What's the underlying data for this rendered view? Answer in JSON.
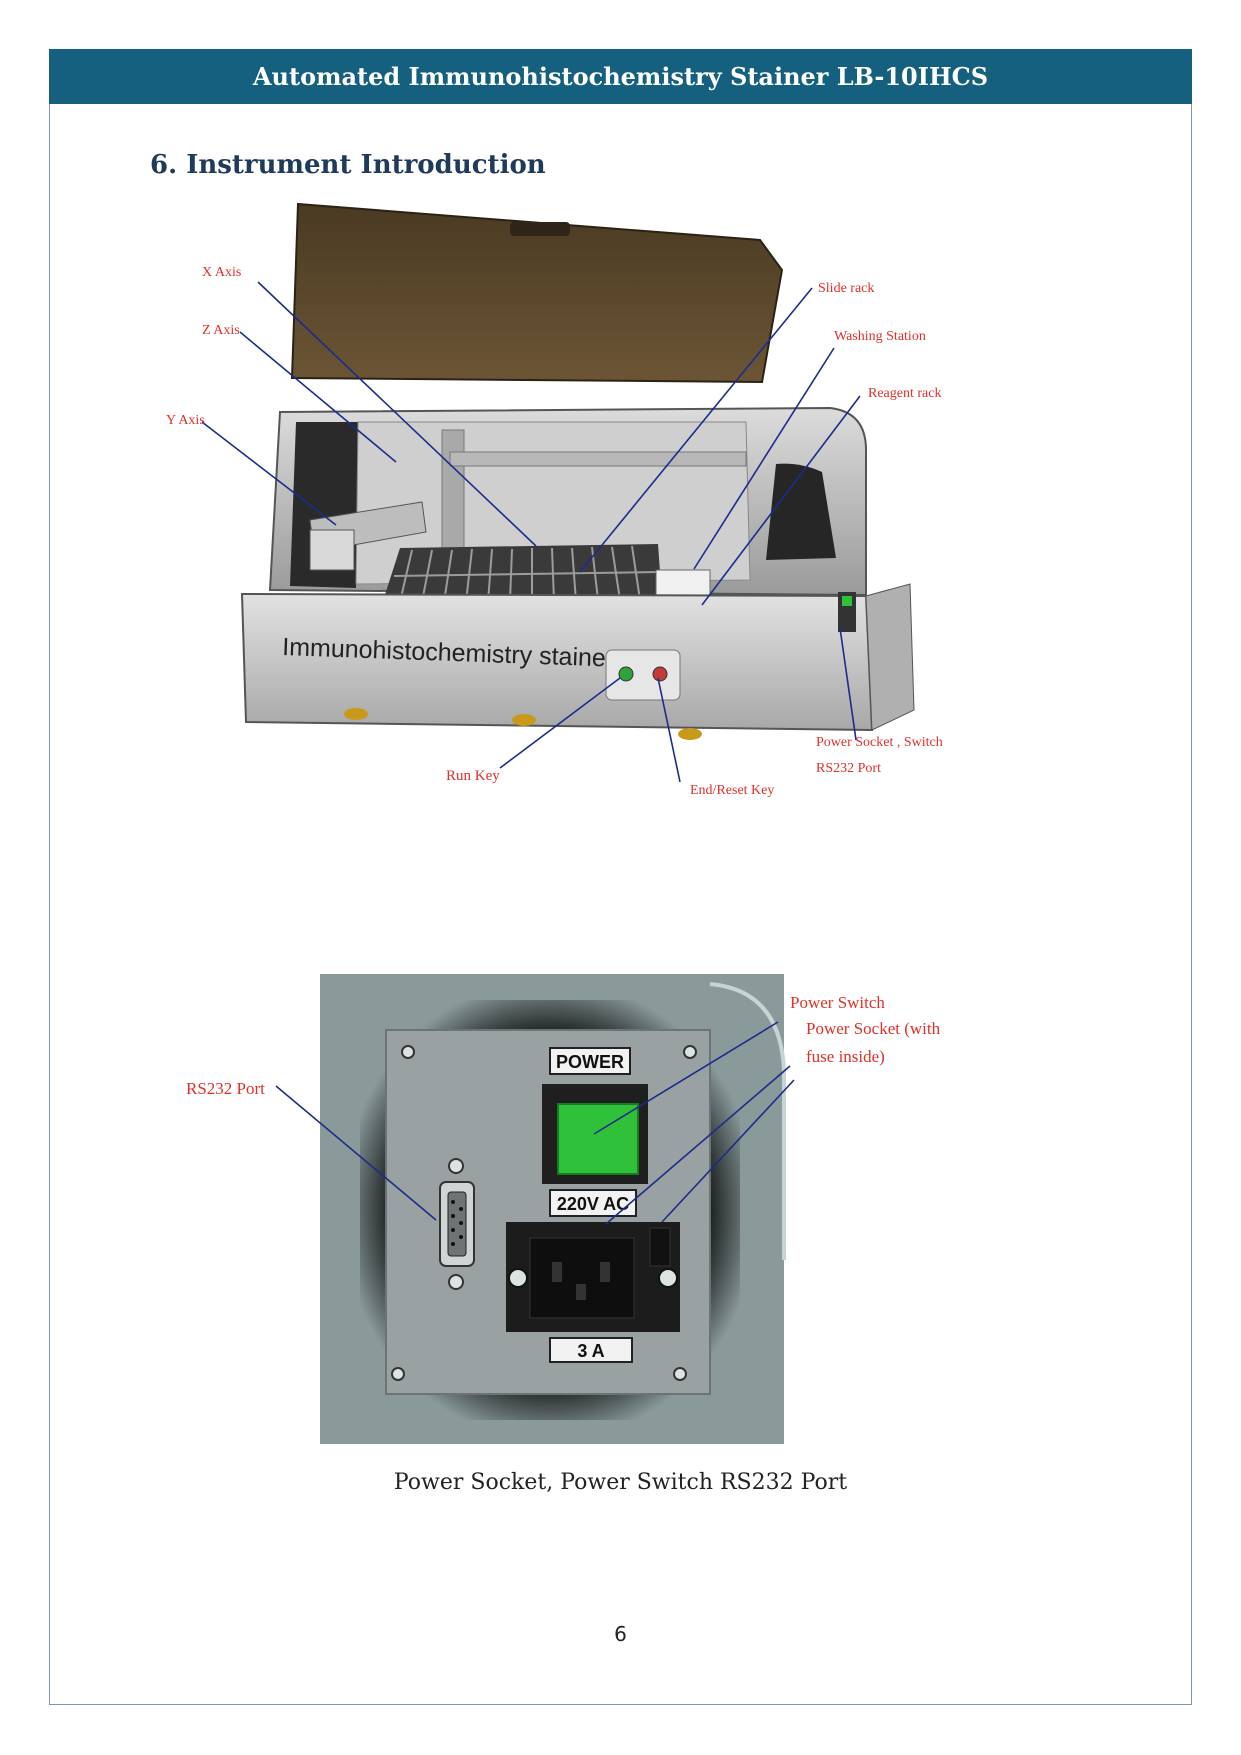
{
  "header": {
    "title": "Automated Immunohistochemistry Stainer LB-10IHCS"
  },
  "section": {
    "title": "6.  Instrument Introduction"
  },
  "figure1": {
    "panel_text": "Immunohistochemistry stainer",
    "labels": {
      "x_axis": "X Axis",
      "z_axis": "Z Axis",
      "y_axis": "Y Axis",
      "slide_rack": "Slide rack",
      "washing_station": "Washing Station",
      "reagent_rack": "Reagent rack",
      "power_socket_switch": "Power  Socket  ,  Switch",
      "rs232_port": "RS232 Port",
      "run_key": "Run Key",
      "end_reset_key": "End/Reset Key"
    }
  },
  "figure2": {
    "plate_power": "POWER",
    "plate_voltage": "220V AC",
    "plate_fuse": "3 A",
    "labels": {
      "power_switch": "Power Switch",
      "rs232_port": "RS232 Port",
      "power_socket_line1": "Power   Socket   (with",
      "power_socket_line2": "fuse inside)"
    }
  },
  "caption": "Power Socket, Power Switch RS232 Port",
  "page_number": "6",
  "colors": {
    "header_bg": "#16607f",
    "label_red": "#e0302a",
    "leader_blue": "#1c2c8a",
    "switch_green": "#2fc13a"
  }
}
